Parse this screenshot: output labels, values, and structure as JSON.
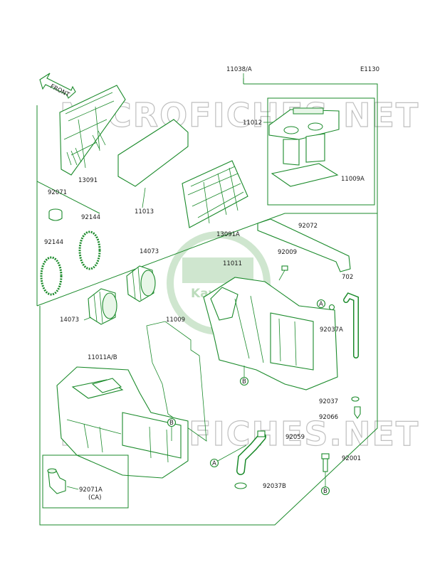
{
  "diagram_code": "E1130",
  "front_label": "FRONT",
  "watermark_text": "MICROFICHES.NET",
  "logo_text": "Kawasaki",
  "colors": {
    "line": "#1a8a2a",
    "text": "#1a1a1a",
    "watermark": "#bfbfbf",
    "background": "#ffffff"
  },
  "parts": {
    "p11038": "11038/A",
    "p11012": "11012",
    "p11009A": "11009A",
    "p13091": "13091",
    "p11013": "11013",
    "p13091A": "13091A",
    "p92071": "92071",
    "p92144a": "92144",
    "p92144b": "92144",
    "p14073a": "14073",
    "p14073b": "14073",
    "p92072": "92072",
    "p92009": "92009",
    "p11011": "11011",
    "p702": "702",
    "p92037A": "92037A",
    "p11009": "11009",
    "p11011AB": "11011A/B",
    "p92037": "92037",
    "p92066": "92066",
    "p92059": "92059",
    "p92001": "92001",
    "p92037B": "92037B",
    "p92071A": "92071A",
    "p92071A_sub": "(CA)"
  },
  "callouts": {
    "a1": "A",
    "a2": "A",
    "b1": "B",
    "b2": "B",
    "b3": "B"
  }
}
